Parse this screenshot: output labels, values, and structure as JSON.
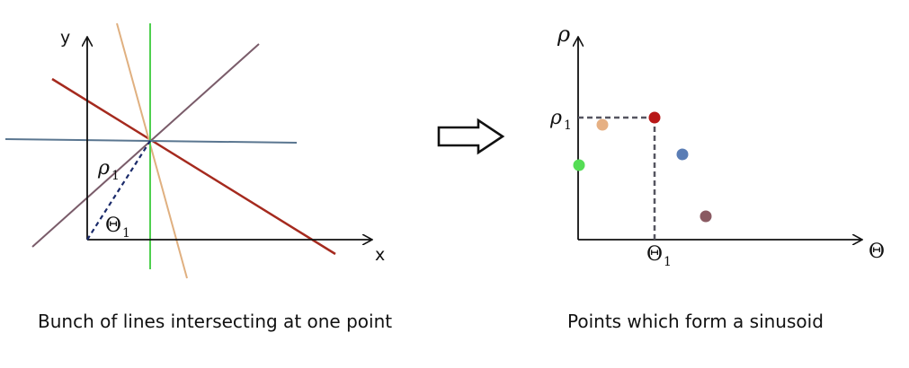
{
  "left_panel": {
    "x_axis_label": "x",
    "y_axis_label": "y",
    "rho_symbol": "ρ",
    "theta_symbol": "Θ",
    "subscript": "1",
    "caption": "Bunch of lines intersecting at one point",
    "line_colors": [
      "#a52a1e",
      "#e0b080",
      "#4fd04f",
      "#7a5c6a",
      "#5a7690"
    ]
  },
  "arrow": {
    "icon": "hollow-right-arrow-icon"
  },
  "right_panel": {
    "x_axis_label": "Θ",
    "y_axis_label": "ρ",
    "rho_symbol": "ρ",
    "theta_symbol": "Θ",
    "subscript": "1",
    "caption": "Points which form a sinusoid",
    "point_colors": {
      "red": "#b81818",
      "orange": "#e6b083",
      "green": "#55dd55",
      "blue": "#5a7db5",
      "purple": "#8a5a62"
    },
    "guide_color": "#555560"
  }
}
